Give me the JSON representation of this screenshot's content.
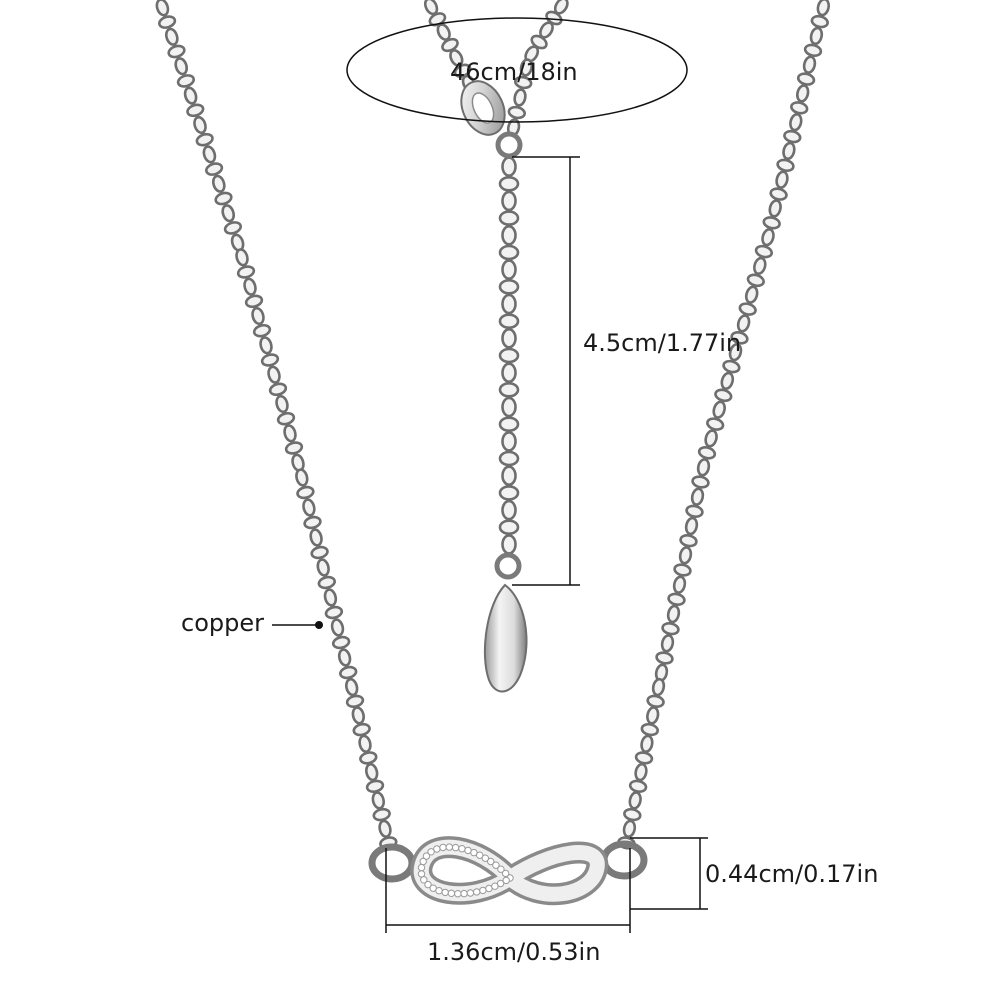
{
  "product": {
    "length_label": "46cm/18in",
    "extender_label": "4.5cm/1.77in",
    "material_label": "copper",
    "pendant_height_label": "0.44cm/0.17in",
    "pendant_width_label": "1.36cm/0.53in"
  },
  "colors": {
    "metal_light": "#f2f2f2",
    "metal_mid": "#c9c9c9",
    "metal_dark": "#6e6e6e",
    "annotation": "#111111"
  }
}
